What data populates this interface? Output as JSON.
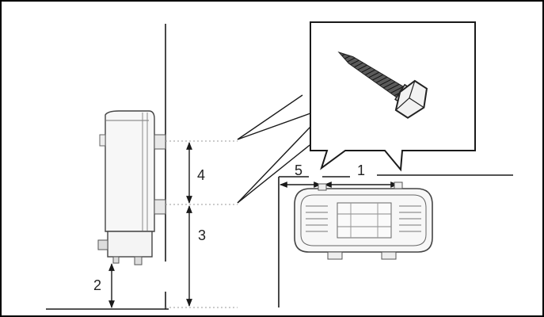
{
  "labels": {
    "dim_1": "1",
    "dim_2": "2",
    "dim_3": "3",
    "dim_4": "4",
    "dim_5": "5"
  },
  "colors": {
    "line": "#1a1a1a",
    "device_fill": "#f7f7f7",
    "device_stroke": "#444444",
    "dotted": "#999999",
    "screw": "#2a2a2a",
    "border": "#000000"
  },
  "icons": {
    "screw": "screw-icon",
    "inverter_side": "inverter-side-view",
    "inverter_top": "inverter-top-view"
  }
}
